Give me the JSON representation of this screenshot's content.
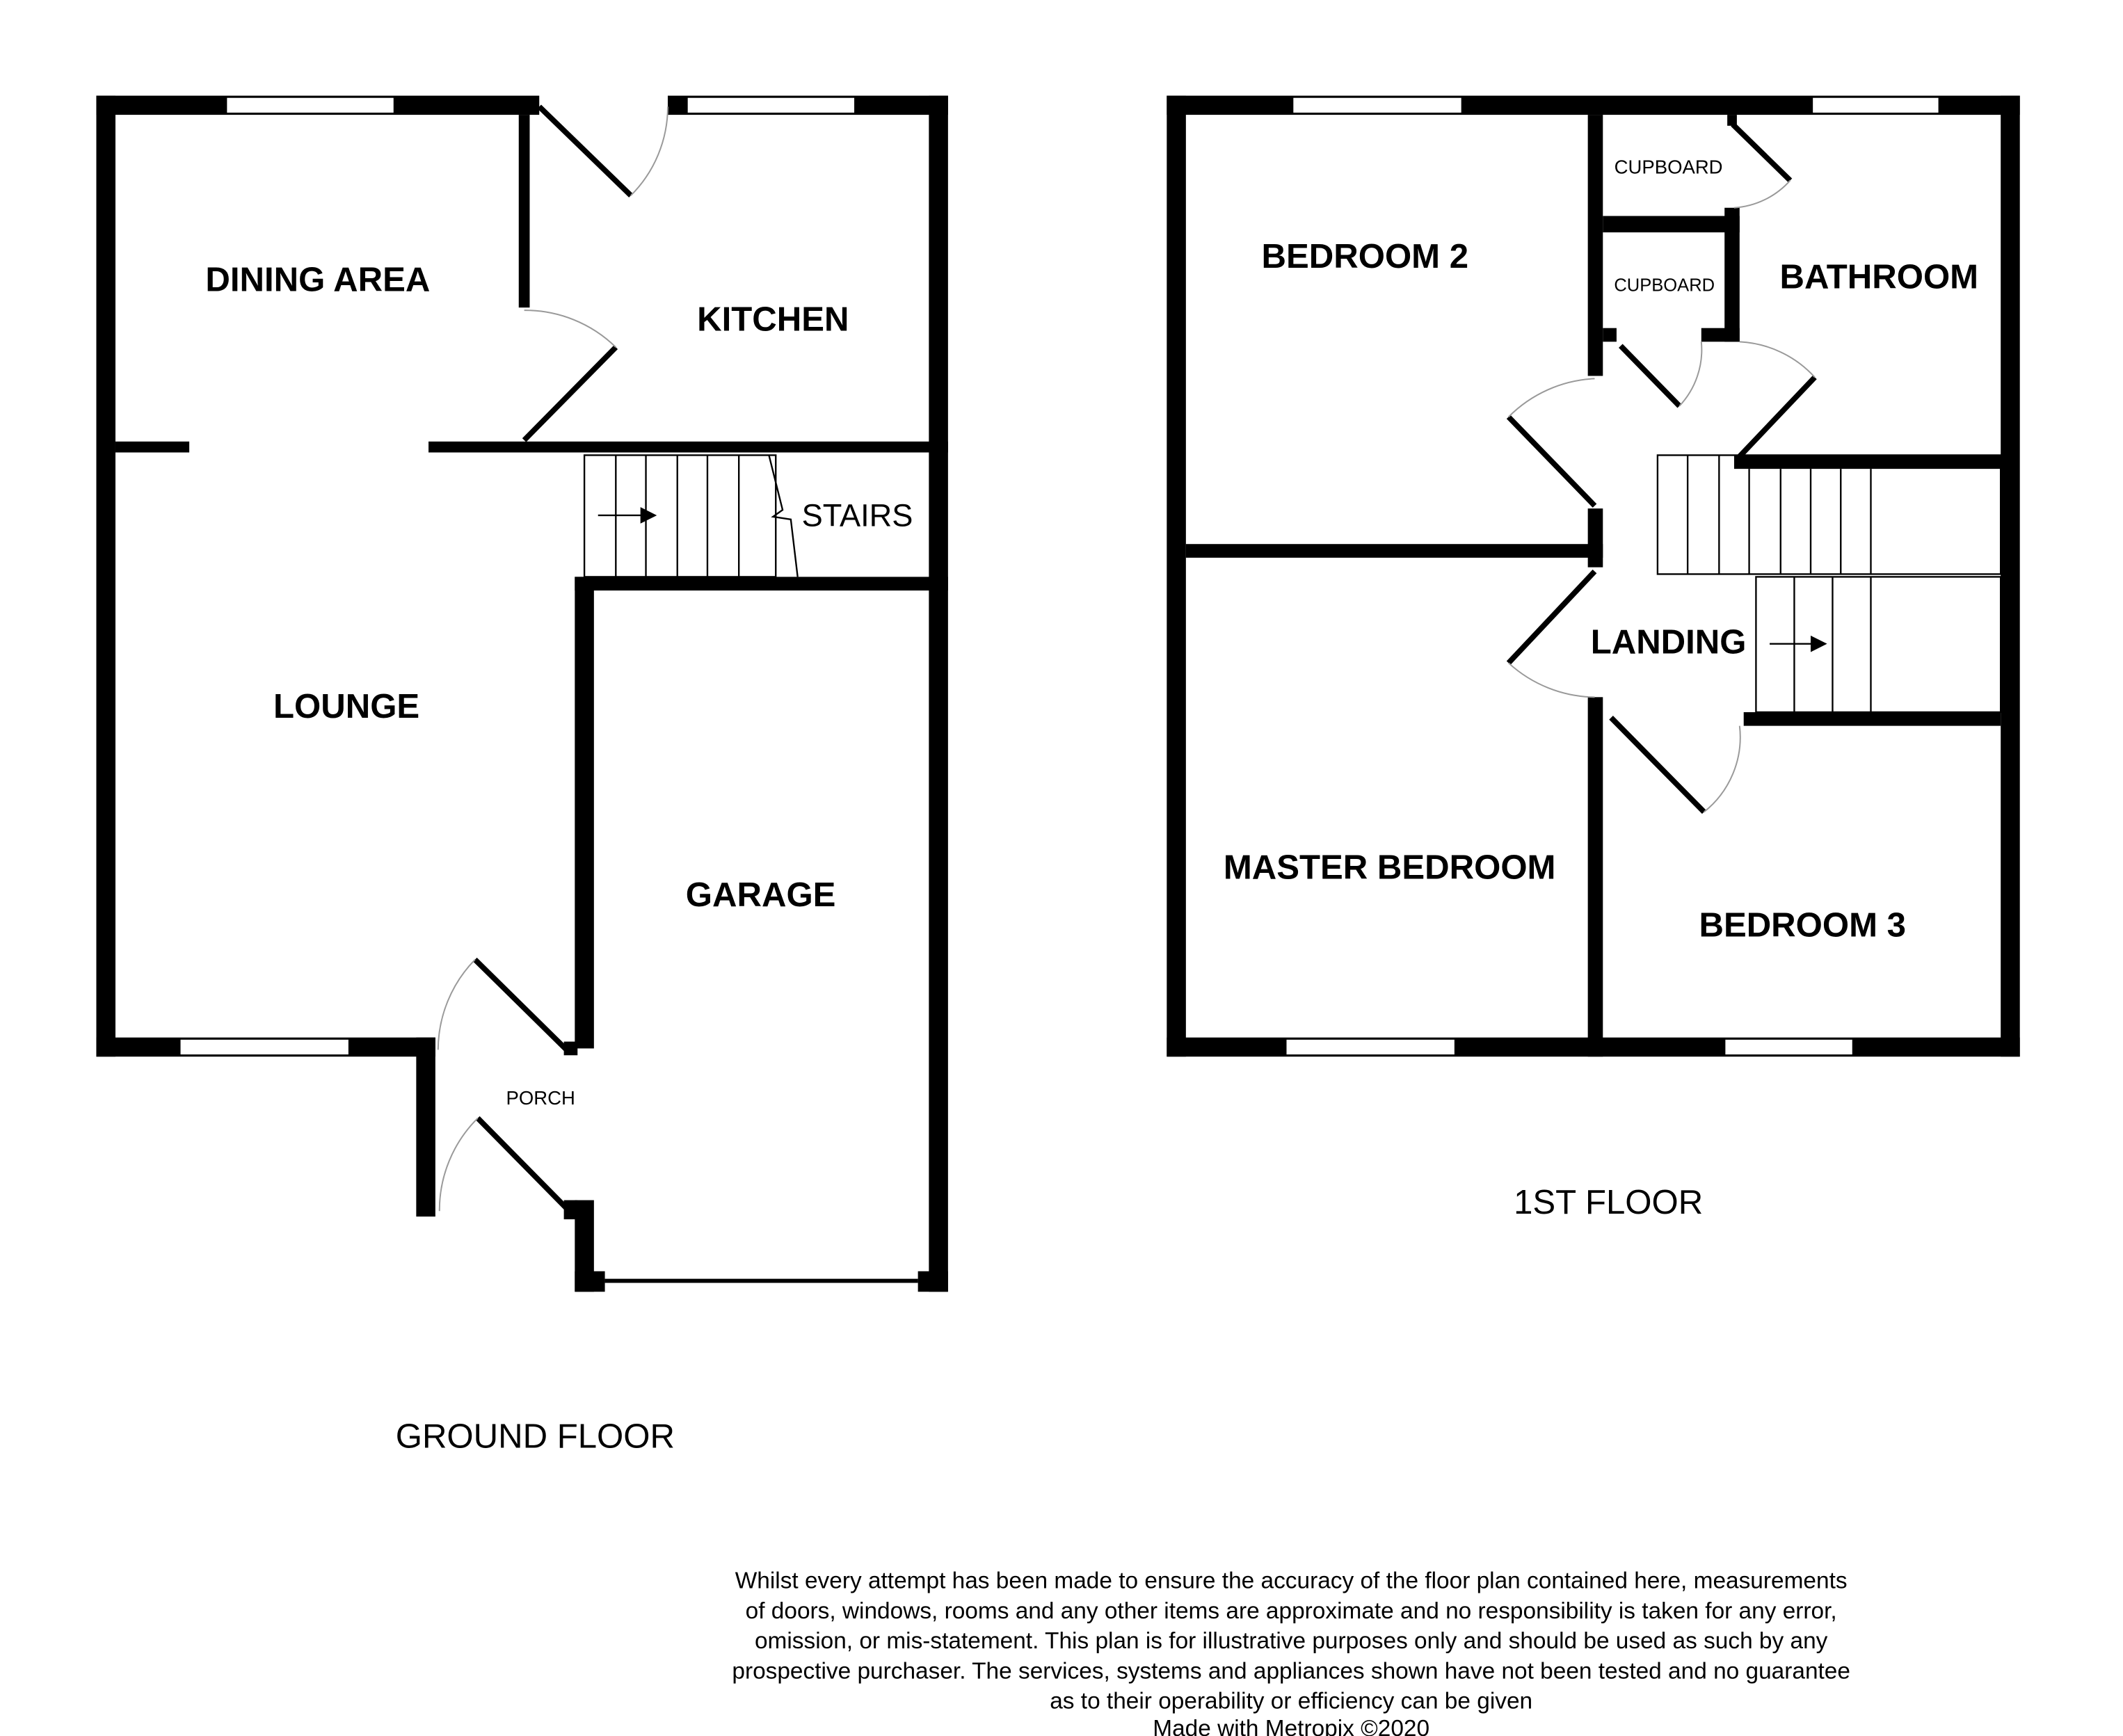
{
  "ground_floor": {
    "title": "GROUND FLOOR",
    "rooms": {
      "dining": "DINING AREA",
      "kitchen": "KITCHEN",
      "lounge": "LOUNGE",
      "stairs": "STAIRS",
      "garage": "GARAGE",
      "porch": "PORCH"
    }
  },
  "first_floor": {
    "title": "1ST FLOOR",
    "rooms": {
      "bedroom2": "BEDROOM 2",
      "cupboard1": "CUPBOARD",
      "cupboard2": "CUPBOARD",
      "bathroom": "BATHROOM",
      "landing": "LANDING",
      "master": "MASTER BEDROOM",
      "bedroom3": "BEDROOM 3"
    }
  },
  "disclaimer": {
    "lines": [
      "Whilst every attempt has been made to ensure the accuracy of the floor plan contained here, measurements",
      "of doors, windows, rooms and any other items are approximate and no responsibility is taken for any error,",
      "omission, or mis-statement. This plan is for illustrative purposes only and should be used as such by any",
      "prospective purchaser. The services, systems and appliances shown have not been tested and no guarantee",
      "as to their operability or efficiency can be given"
    ],
    "credit": "Made with Metropix ©2020"
  }
}
